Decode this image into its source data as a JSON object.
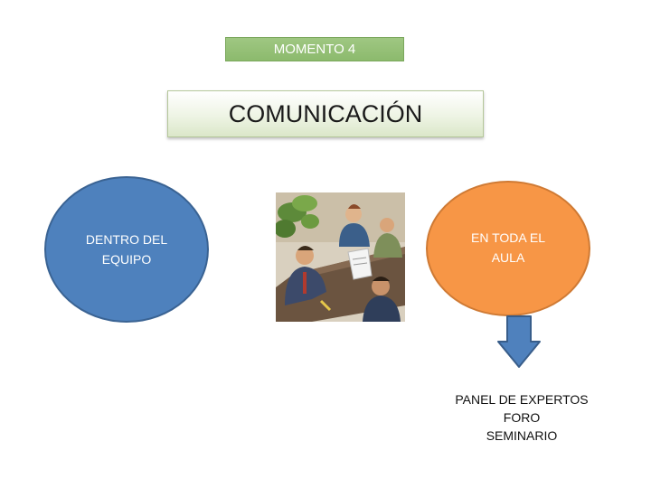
{
  "header": {
    "momento": "MOMENTO 4",
    "title": "COMUNICACIÓN"
  },
  "left_ellipse": {
    "label": "DENTRO DEL\nEQUIPO",
    "color": "#4E81BD"
  },
  "right_ellipse": {
    "label": "EN TODA EL\nAULA",
    "color": "#F79646"
  },
  "picture": {
    "icon": "business-meeting-clipart-icon"
  },
  "arrow": {
    "icon": "arrow-down-icon",
    "color": "#4F81BD"
  },
  "panel_list": {
    "items": [
      "PANEL DE EXPERTOS",
      "FORO",
      "SEMINARIO"
    ]
  }
}
